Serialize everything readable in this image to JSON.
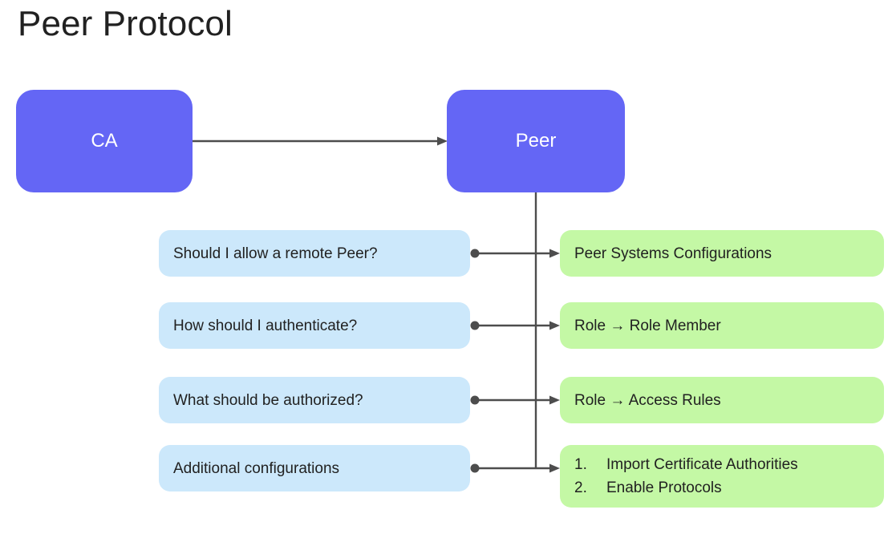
{
  "page": {
    "title": "Peer Protocol",
    "background": "#ffffff"
  },
  "colors": {
    "actor_fill": "#6466F5",
    "actor_text": "#ffffff",
    "question_fill": "#CCE8FB",
    "answer_fill": "#C4F8A5",
    "node_text": "#212121",
    "connector": "#4D4D4D"
  },
  "diagram": {
    "actors": [
      {
        "id": "ca",
        "label": "CA"
      },
      {
        "id": "peer",
        "label": "Peer"
      }
    ],
    "questions": [
      {
        "id": "q1",
        "label": "Should I allow a remote Peer?"
      },
      {
        "id": "q2",
        "label": "How should I authenticate?"
      },
      {
        "id": "q3",
        "label": "What should be authorized?"
      },
      {
        "id": "q4",
        "label": "Additional configurations"
      }
    ],
    "answers": [
      {
        "id": "a1",
        "label": "Peer Systems Configurations"
      },
      {
        "id": "a2",
        "label": "Role → Role Member"
      },
      {
        "id": "a3",
        "label": "Role → Access Rules"
      },
      {
        "id": "a4",
        "list": [
          {
            "num": "1.",
            "text": "Import Certificate Authorities"
          },
          {
            "num": "2.",
            "text": "Enable Protocols"
          }
        ]
      }
    ],
    "edges": [
      {
        "id": "e-ca-peer",
        "from": "ca",
        "to": "peer",
        "kind": "arrow"
      },
      {
        "id": "e-peer-trunk",
        "from": "peer",
        "to": "trunk",
        "kind": "line"
      },
      {
        "id": "e-q1-a1",
        "from": "q1",
        "to": "a1",
        "kind": "dot-arrow"
      },
      {
        "id": "e-q2-a2",
        "from": "q2",
        "to": "a2",
        "kind": "dot-arrow"
      },
      {
        "id": "e-q3-a3",
        "from": "q3",
        "to": "a3",
        "kind": "dot-arrow"
      },
      {
        "id": "e-q4-a4",
        "from": "q4",
        "to": "a4",
        "kind": "dot-arrow"
      }
    ]
  }
}
